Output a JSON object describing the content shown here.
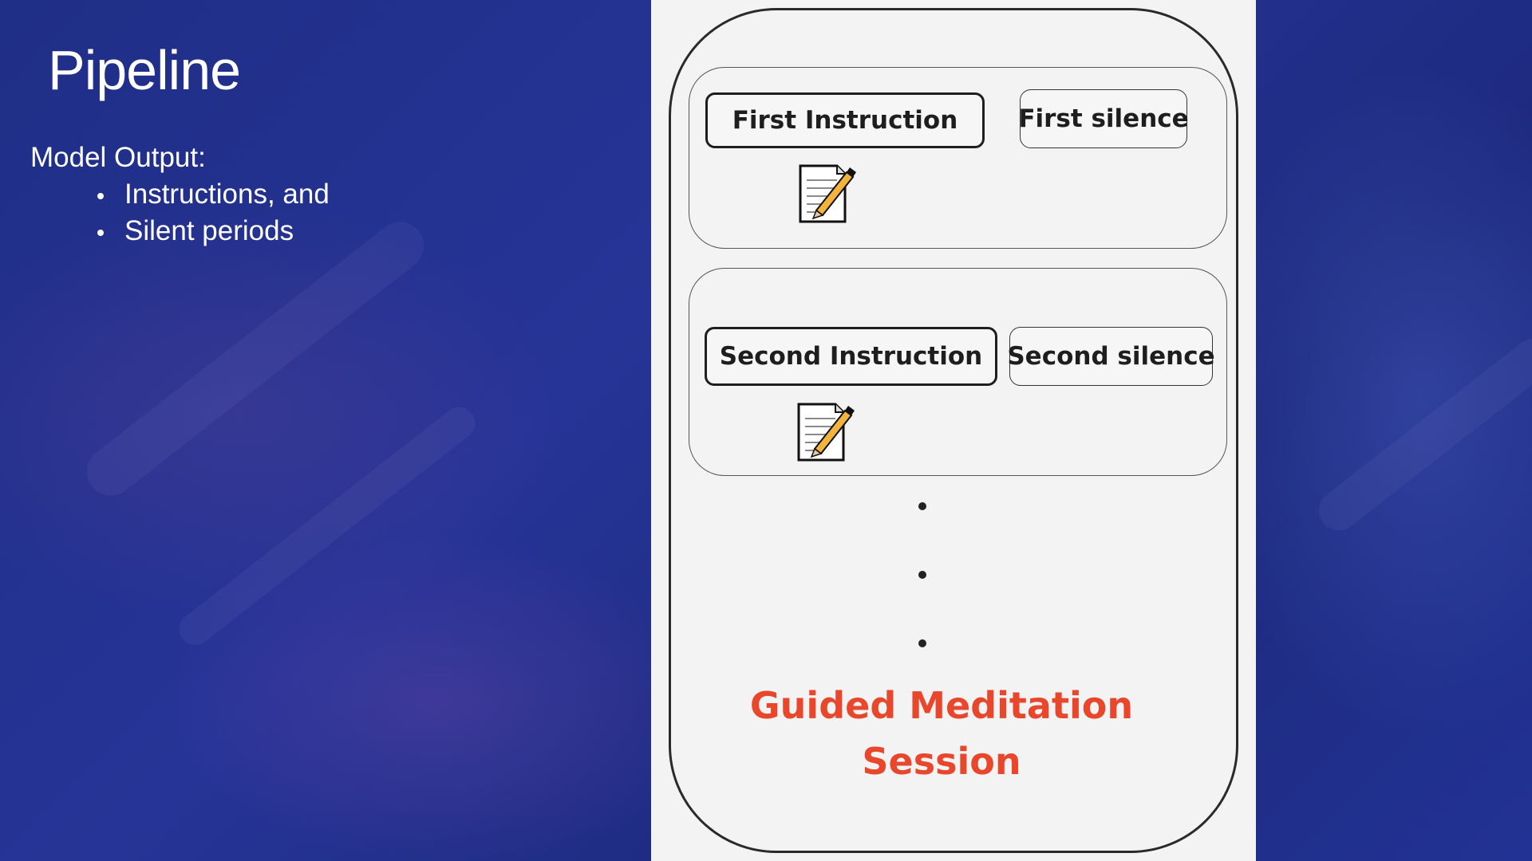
{
  "slide": {
    "title": "Pipeline",
    "lead": "Model Output:",
    "bullets": [
      "Instructions, and",
      "Silent periods"
    ]
  },
  "diagram": {
    "groups": [
      {
        "instruction": "First Instruction",
        "silence": "First silence",
        "icon": "memo-icon"
      },
      {
        "instruction": "Second Instruction",
        "silence": "Second silence",
        "icon": "memo-icon"
      }
    ],
    "ellipsis_dots": 3,
    "session_label_line1": "Guided Meditation",
    "session_label_line2": "Session"
  },
  "colors": {
    "background": "#223294",
    "panel": "#f3f3f3",
    "session_label": "#e8472c",
    "text": "#ffffff"
  }
}
